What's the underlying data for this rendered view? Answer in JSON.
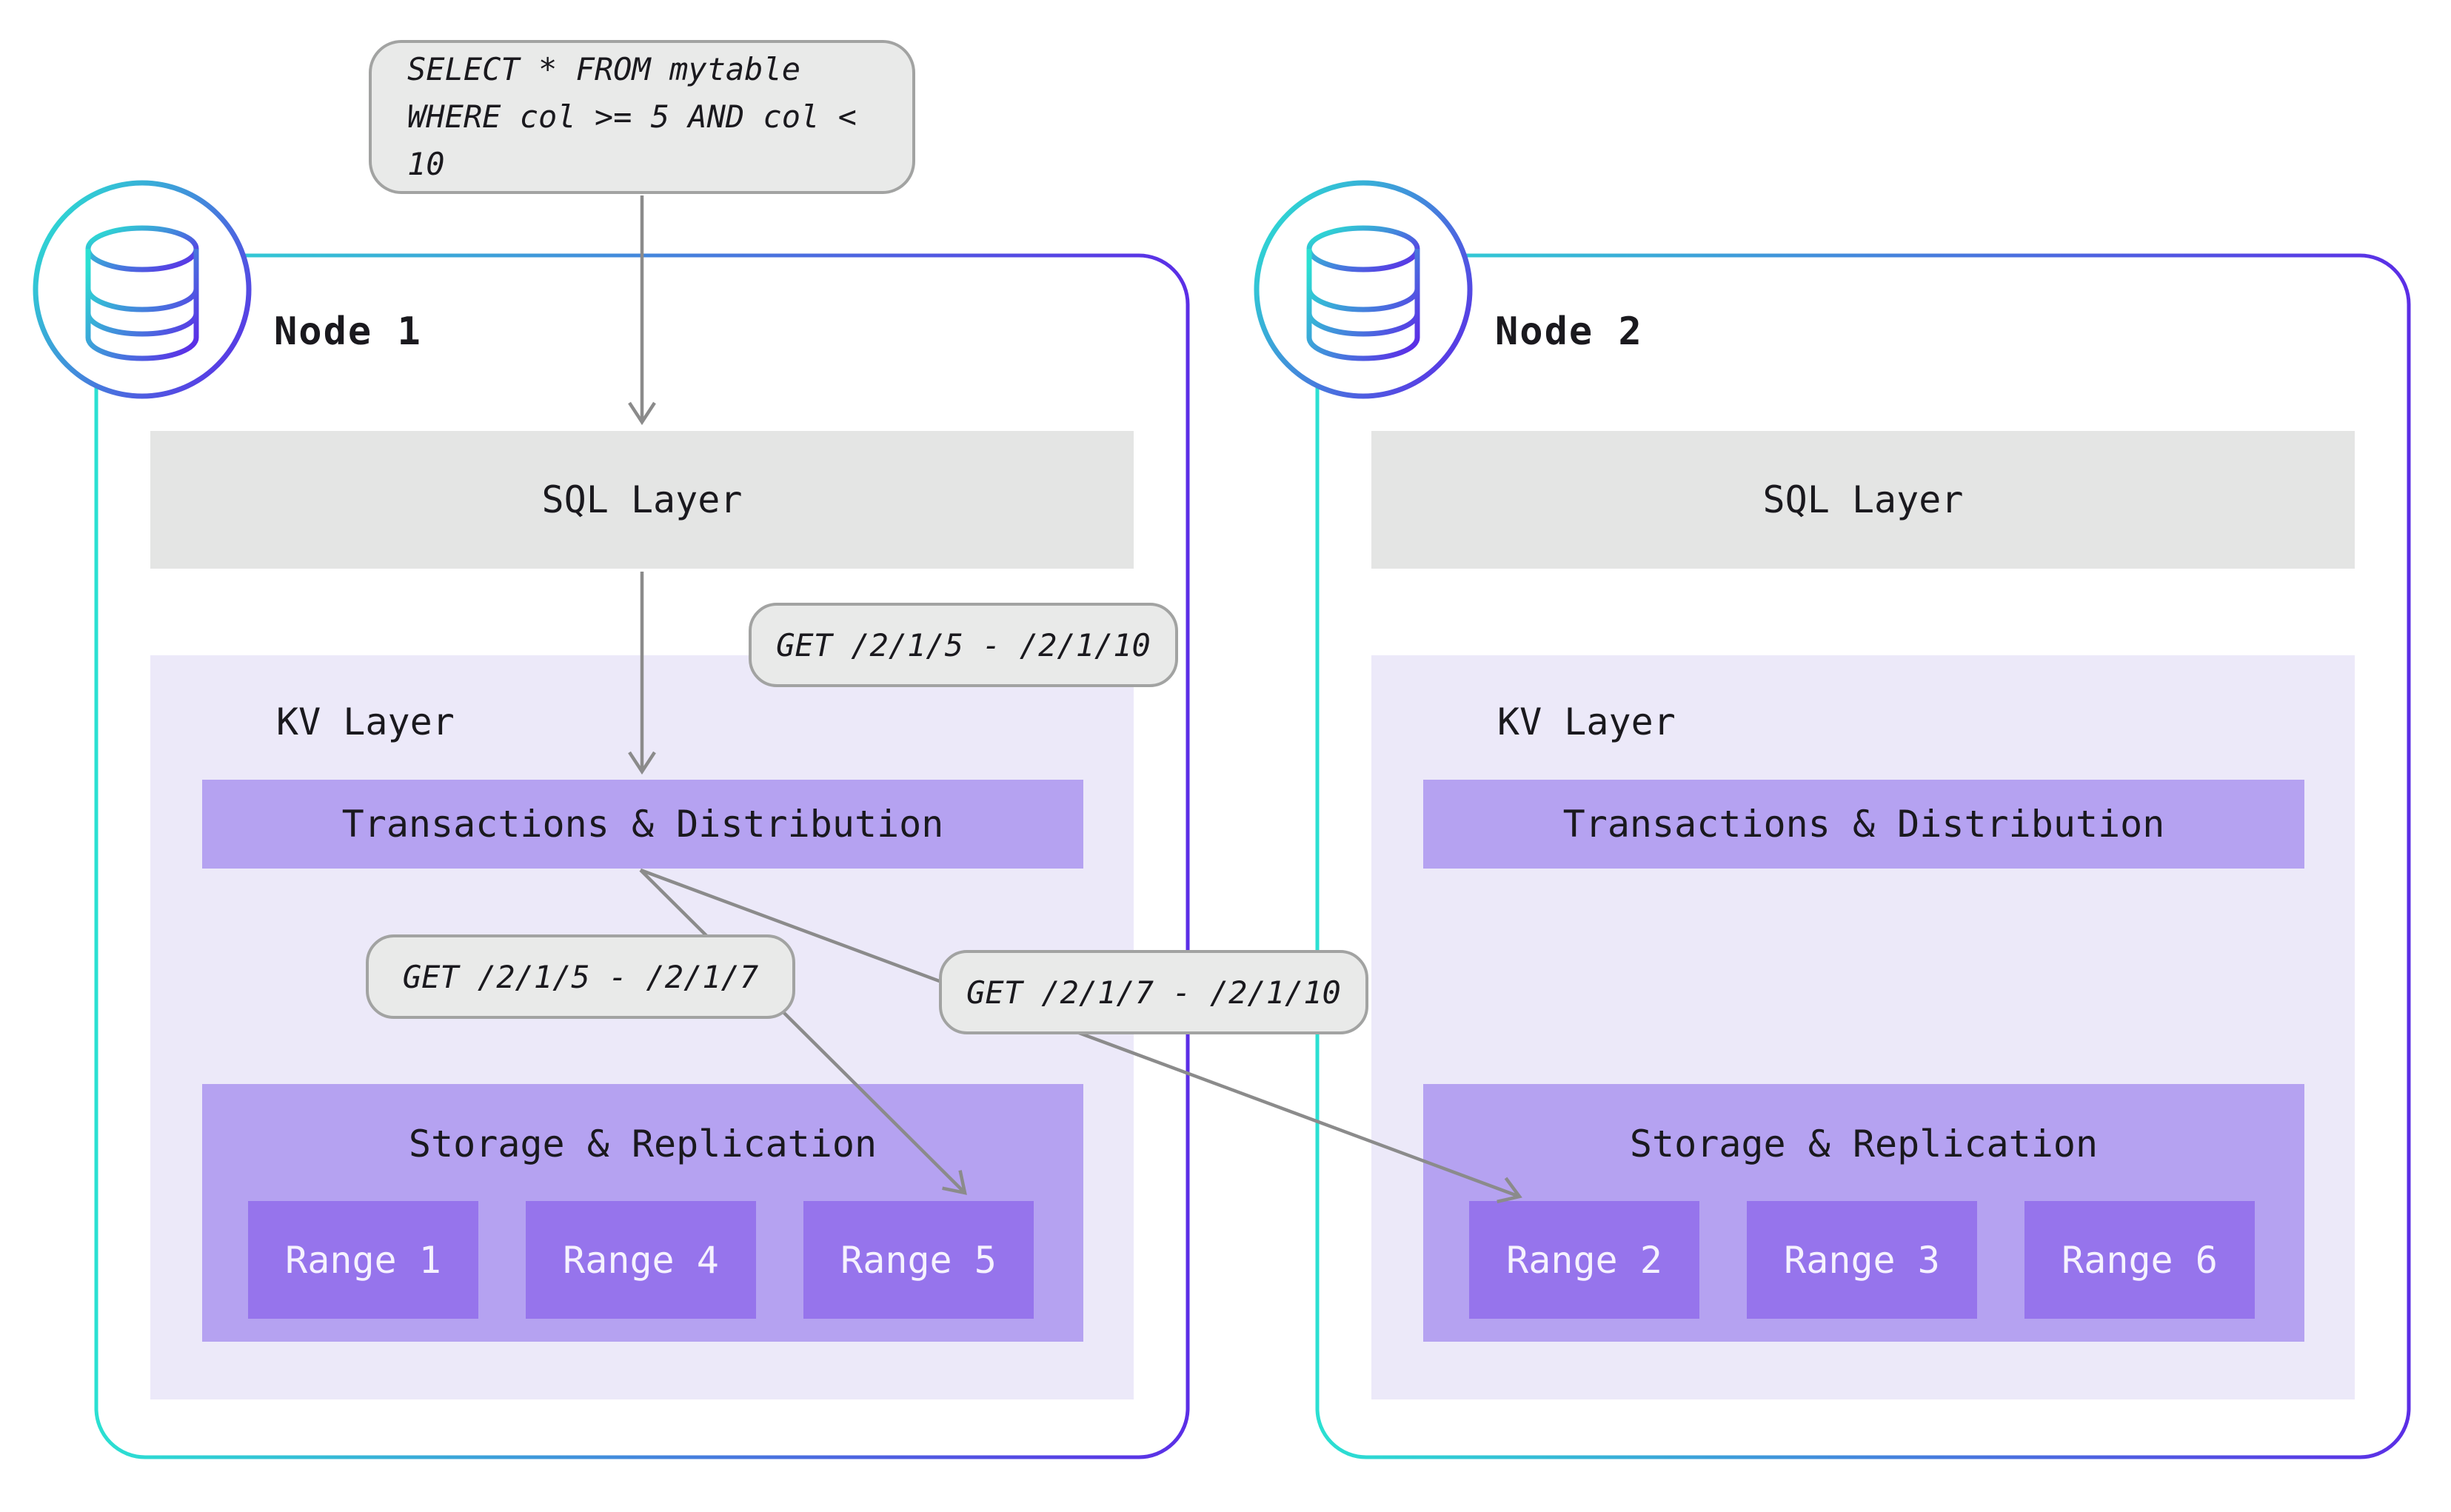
{
  "query_callout": {
    "line1": "SELECT * FROM mytable",
    "line2": "WHERE col >= 5 AND col < 10"
  },
  "callouts": {
    "sql_to_kv": "GET /2/1/5 - /2/1/10",
    "kv_local": "GET /2/1/5 - /2/1/7",
    "kv_remote": "GET /2/1/7 - /2/1/10"
  },
  "nodes": [
    {
      "label": "Node 1",
      "sql_layer_label": "SQL Layer",
      "kv_layer_label": "KV Layer",
      "transactions_label": "Transactions & Distribution",
      "storage_label": "Storage & Replication",
      "ranges": [
        "Range 1",
        "Range 4",
        "Range 5"
      ],
      "icon": "database-icon"
    },
    {
      "label": "Node 2",
      "sql_layer_label": "SQL Layer",
      "kv_layer_label": "KV Layer",
      "transactions_label": "Transactions & Distribution",
      "storage_label": "Storage & Replication",
      "ranges": [
        "Range 2",
        "Range 3",
        "Range 6"
      ],
      "icon": "database-icon"
    }
  ],
  "colors": {
    "gradient_start": "#2BE0D2",
    "gradient_end": "#5B2EE6",
    "sql_bg": "#E4E5E4",
    "kv_bg": "#ECE9F9",
    "bar_bg": "#B5A2F1",
    "range_bg": "#9674EC",
    "callout_bg": "#E9EAE9",
    "callout_border": "#A2A3A2",
    "arrow": "#8B8B8B",
    "ink": "#1A191E",
    "range_ink": "#F6F2FE",
    "page_bg": "#FFFFFF"
  }
}
